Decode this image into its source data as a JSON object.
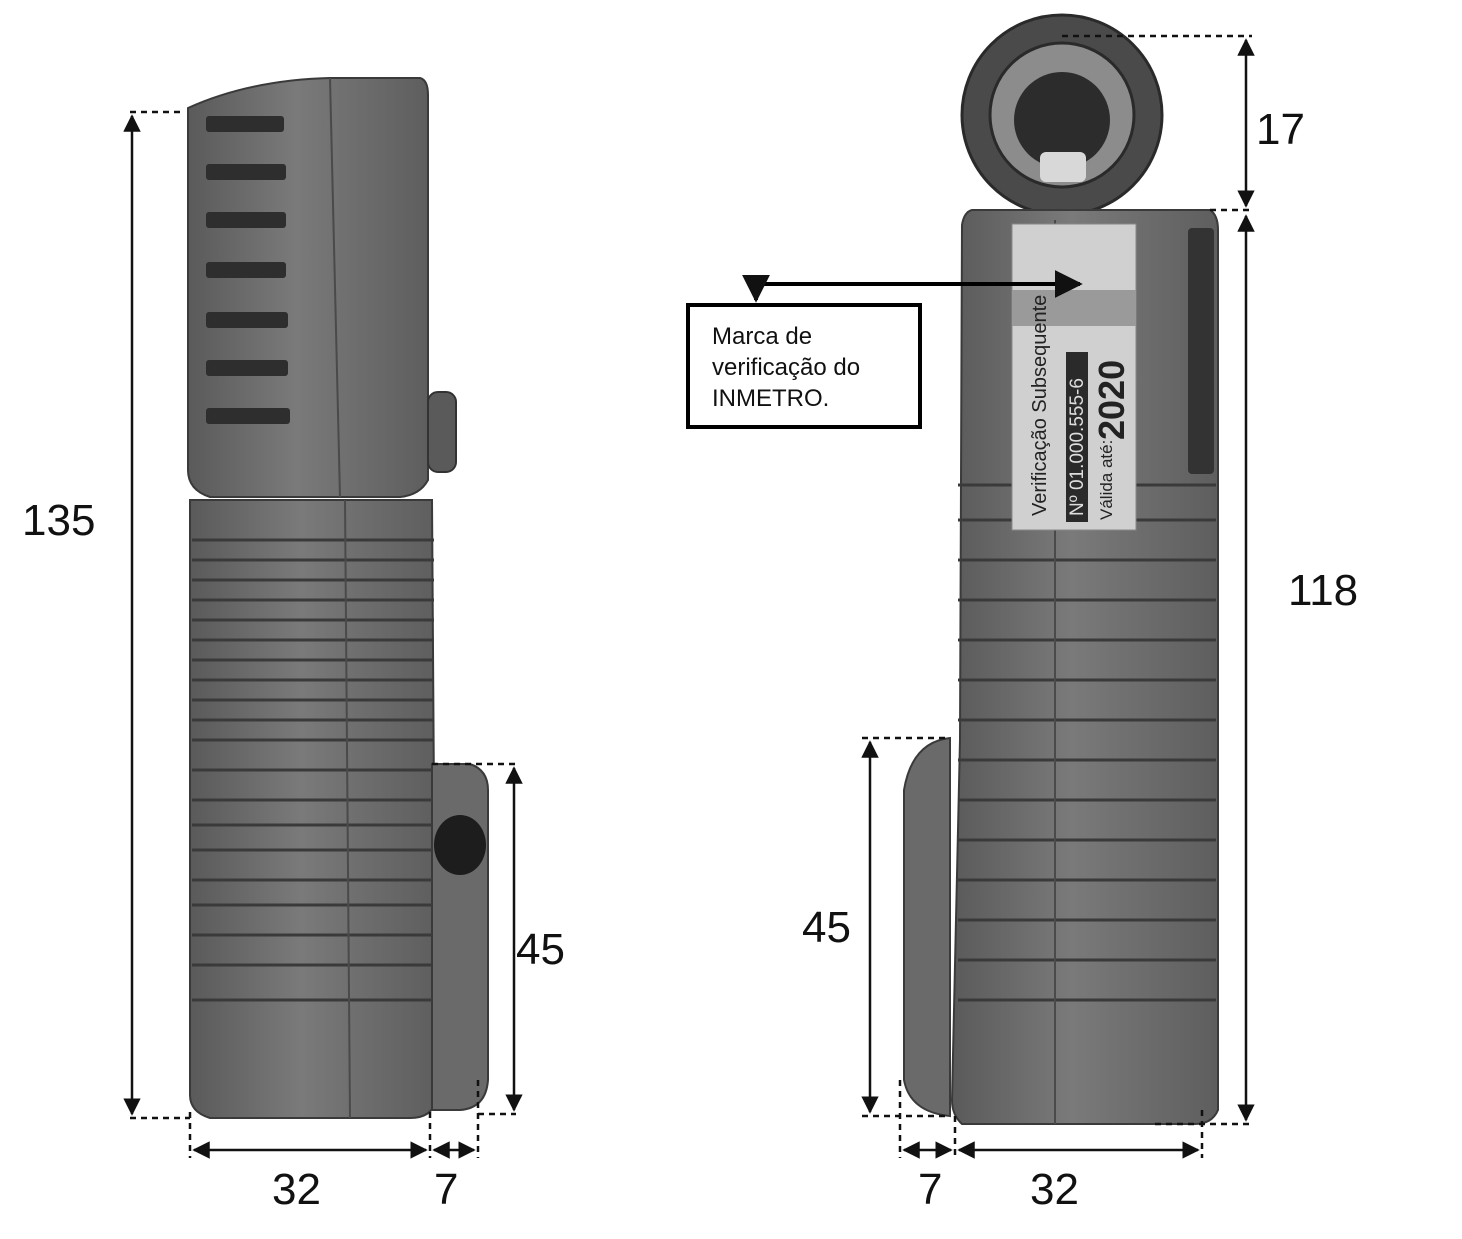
{
  "colors": {
    "body": "#6e6e6e",
    "body_dark": "#4d4d4d",
    "body_light": "#8a8a8a",
    "rib": "#3f3f3f",
    "dimension_line": "#111111",
    "label_sticker": "#d0d0d0"
  },
  "left_view": {
    "height_total": "135",
    "height_bottom": "45",
    "width_main": "32",
    "width_side": "7"
  },
  "right_view": {
    "height_top": "17",
    "height_main": "118",
    "height_bottom": "45",
    "width_side": "7",
    "width_main": "32",
    "sticker": {
      "line1": "Verificação Subsequente",
      "line2": "Nº 01.000.555-6",
      "validity_label": "Válida até:",
      "year": "2020"
    }
  },
  "callout": {
    "line1": "Marca de",
    "line2": "verificação do",
    "line3": "INMETRO."
  }
}
